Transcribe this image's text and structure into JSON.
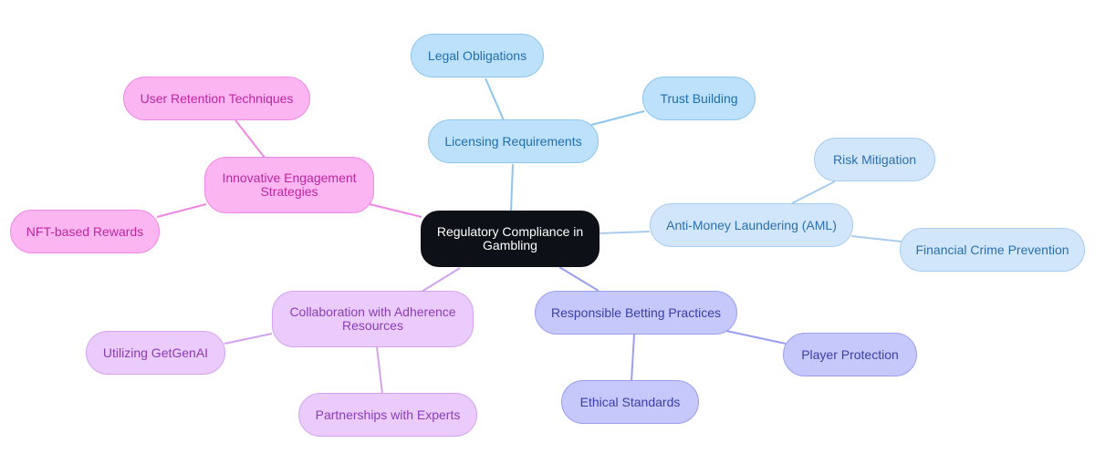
{
  "mindmap": {
    "center": "Regulatory Compliance in Gambling",
    "branches": {
      "licensing": {
        "label": "Licensing Requirements",
        "children": [
          "Legal Obligations",
          "Trust Building"
        ],
        "color": "#bde0fb"
      },
      "aml": {
        "label": "Anti-Money Laundering (AML)",
        "children": [
          "Risk Mitigation",
          "Financial Crime Prevention"
        ],
        "color": "#d2e6fb"
      },
      "responsible": {
        "label": "Responsible Betting Practices",
        "children": [
          "Player Protection",
          "Ethical Standards"
        ],
        "color": "#c6c8fb"
      },
      "collaboration": {
        "label": "Collaboration with Adherence Resources",
        "children": [
          "Utilizing GetGenAI",
          "Partnerships with Experts"
        ],
        "color": "#eacbfb"
      },
      "engagement": {
        "label": "Innovative Engagement Strategies",
        "children": [
          "User Retention Techniques",
          "NFT-based Rewards"
        ],
        "color": "#fbb6f2"
      }
    }
  }
}
